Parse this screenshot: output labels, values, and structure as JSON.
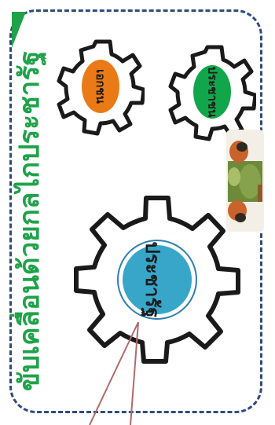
{
  "diagram": {
    "title": "ขับเคลื่อนด้วยกลไกประชารัฐ",
    "center_gear": {
      "label": "ประชารัฐ"
    },
    "small_gears": [
      {
        "label": "เอกชน",
        "color": "#ea7a16"
      },
      {
        "label": "ประชาชน",
        "color": "#12a64b"
      }
    ],
    "colors": {
      "title": "#1fa24a",
      "frame": "#2f4b7c",
      "center_circle": "#37a6c9",
      "gear_outline": "#1a1a1a",
      "callout_line": "#b06a6a"
    },
    "photo_icon": "farmers-photo"
  }
}
